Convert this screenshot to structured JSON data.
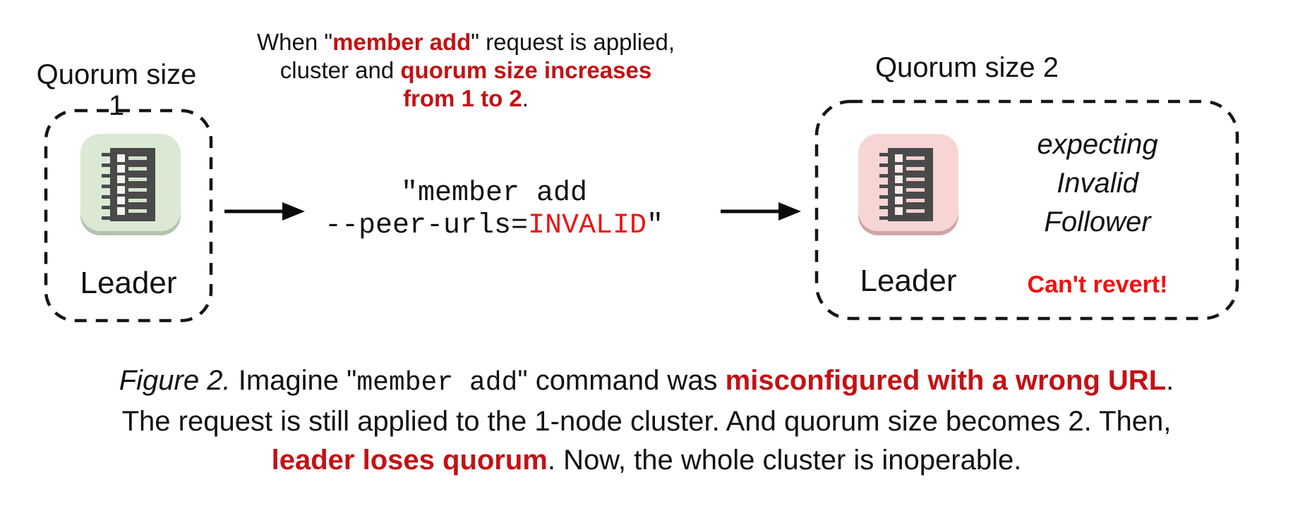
{
  "colors": {
    "ink": "#111111",
    "red_dark": "#c41114",
    "red_bright": "#ef1212",
    "green_bg": "#dbe9d4",
    "green_lip": "#b3c3ac",
    "pink_bg": "#f8d5d5",
    "pink_lip": "#cda5a7",
    "glyph_ink": "#4a4a4a"
  },
  "left_cluster": {
    "title": "Quorum size 1",
    "node_label": "Leader",
    "node_icon": "ledger-server-icon-green"
  },
  "right_cluster": {
    "title": "Quorum size 2",
    "node_label": "Leader",
    "node_icon": "ledger-server-icon-pink",
    "expectation_lines": [
      "expecting",
      "Invalid",
      "Follower"
    ],
    "warning": "Can't revert!"
  },
  "annotation": {
    "lines": [
      [
        {
          "t": "When \"",
          "s": "plain"
        },
        {
          "t": "member add",
          "s": "red-bold"
        },
        {
          "t": "\" request is applied,",
          "s": "plain"
        }
      ],
      [
        {
          "t": "cluster and ",
          "s": "plain"
        },
        {
          "t": "quorum size increases",
          "s": "red-bold"
        }
      ],
      [
        {
          "t": "from 1 to 2",
          "s": "red-bold"
        },
        {
          "t": ".",
          "s": "plain"
        }
      ]
    ]
  },
  "command": {
    "lines": [
      [
        {
          "t": "\"member add",
          "s": "mono"
        }
      ],
      [
        {
          "t": "--peer-urls=",
          "s": "mono"
        },
        {
          "t": "INVALID",
          "s": "mono-red"
        },
        {
          "t": "\"",
          "s": "mono"
        }
      ]
    ]
  },
  "caption": {
    "lines": [
      [
        {
          "t": "Figure 2.",
          "s": "italic"
        },
        {
          "t": " Imagine \"",
          "s": "plain"
        },
        {
          "t": "member add",
          "s": "mono-sm"
        },
        {
          "t": "\" command was ",
          "s": "plain"
        },
        {
          "t": "misconfigured with a wrong URL",
          "s": "red-bold"
        },
        {
          "t": ".",
          "s": "plain"
        }
      ],
      [
        {
          "t": "The request is still applied to the 1-node cluster. And quorum size becomes 2. Then,",
          "s": "plain"
        }
      ],
      [
        {
          "t": "leader loses quorum",
          "s": "red-bold"
        },
        {
          "t": ". Now, the whole cluster is inoperable.",
          "s": "plain"
        }
      ]
    ]
  }
}
